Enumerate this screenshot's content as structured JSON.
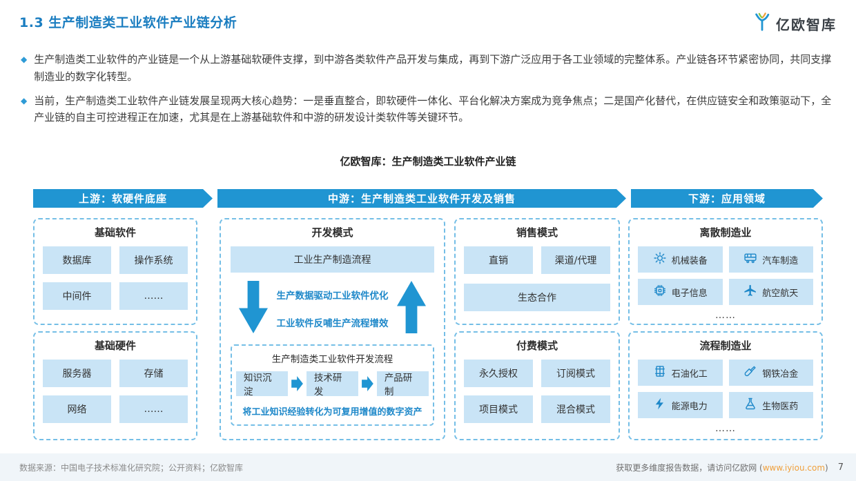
{
  "page": {
    "title": "1.3 生产制造类工业软件产业链分析",
    "logo_text": "亿欧智库",
    "bullets": [
      "生产制造类工业软件的产业链是一个从上游基础软硬件支撑，到中游各类软件产品开发与集成，再到下游广泛应用于各工业领域的完整体系。产业链各环节紧密协同，共同支撑制造业的数字化转型。",
      "当前，生产制造类工业软件产业链发展呈现两大核心趋势：一是垂直整合，即软硬件一体化、平台化解决方案成为竞争焦点；二是国产化替代，在供应链安全和政策驱动下，全产业链的自主可控进程正在加速，尤其是在上游基础软件和中游的研发设计类软件等关键环节。"
    ],
    "diagram_title": "亿欧智库：生产制造类工业软件产业链"
  },
  "banners": {
    "upstream": "上游：软硬件底座",
    "midstream": "中游：生产制造类工业软件开发及销售",
    "downstream": "下游：应用领域"
  },
  "upstream": {
    "software": {
      "title": "基础软件",
      "items": [
        "数据库",
        "操作系统",
        "中间件",
        "……"
      ]
    },
    "hardware": {
      "title": "基础硬件",
      "items": [
        "服务器",
        "存储",
        "网络",
        "……"
      ]
    }
  },
  "midstream": {
    "dev": {
      "title": "开发模式",
      "process_bar": "工业生产制造流程",
      "note_down": "生产数据驱动工业软件优化",
      "note_up": "工业软件反哺生产流程增效",
      "inner_title": "生产制造类工业软件开发流程",
      "steps": [
        "知识沉淀",
        "技术研发",
        "产品研制"
      ],
      "bottom_note": "将工业知识经验转化为可复用增值的数字资产"
    },
    "sales": {
      "title": "销售模式",
      "items": [
        "直销",
        "渠道/代理",
        "生态合作"
      ]
    },
    "payment": {
      "title": "付费模式",
      "items": [
        "永久授权",
        "订阅模式",
        "项目模式",
        "混合模式"
      ]
    }
  },
  "downstream": {
    "discrete": {
      "title": "离散制造业",
      "items": [
        {
          "icon": "gear-icon",
          "label": "机械装备"
        },
        {
          "icon": "vehicle-icon",
          "label": "汽车制造"
        },
        {
          "icon": "chip-icon",
          "label": "电子信息"
        },
        {
          "icon": "plane-icon",
          "label": "航空航天"
        }
      ],
      "more": "……"
    },
    "process": {
      "title": "流程制造业",
      "items": [
        {
          "icon": "barrel-icon",
          "label": "石油化工"
        },
        {
          "icon": "shovel-icon",
          "label": "钢铁冶金"
        },
        {
          "icon": "lightning-icon",
          "label": "能源电力"
        },
        {
          "icon": "flask-icon",
          "label": "生物医药"
        }
      ],
      "more": "……"
    }
  },
  "footer": {
    "source": "数据来源：中国电子技术标准化研究院；公开资料；亿欧智库",
    "right_prefix": "获取更多维度报告数据，请访问亿欧网 (",
    "link": "www.iyiou.com",
    "right_suffix": ")",
    "page_number": "7"
  },
  "colors": {
    "accent_blue": "#1E88C9",
    "banner_blue": "#2095D2",
    "light_box_blue": "#C9E4F6",
    "link_orange": "#F0A03C"
  }
}
